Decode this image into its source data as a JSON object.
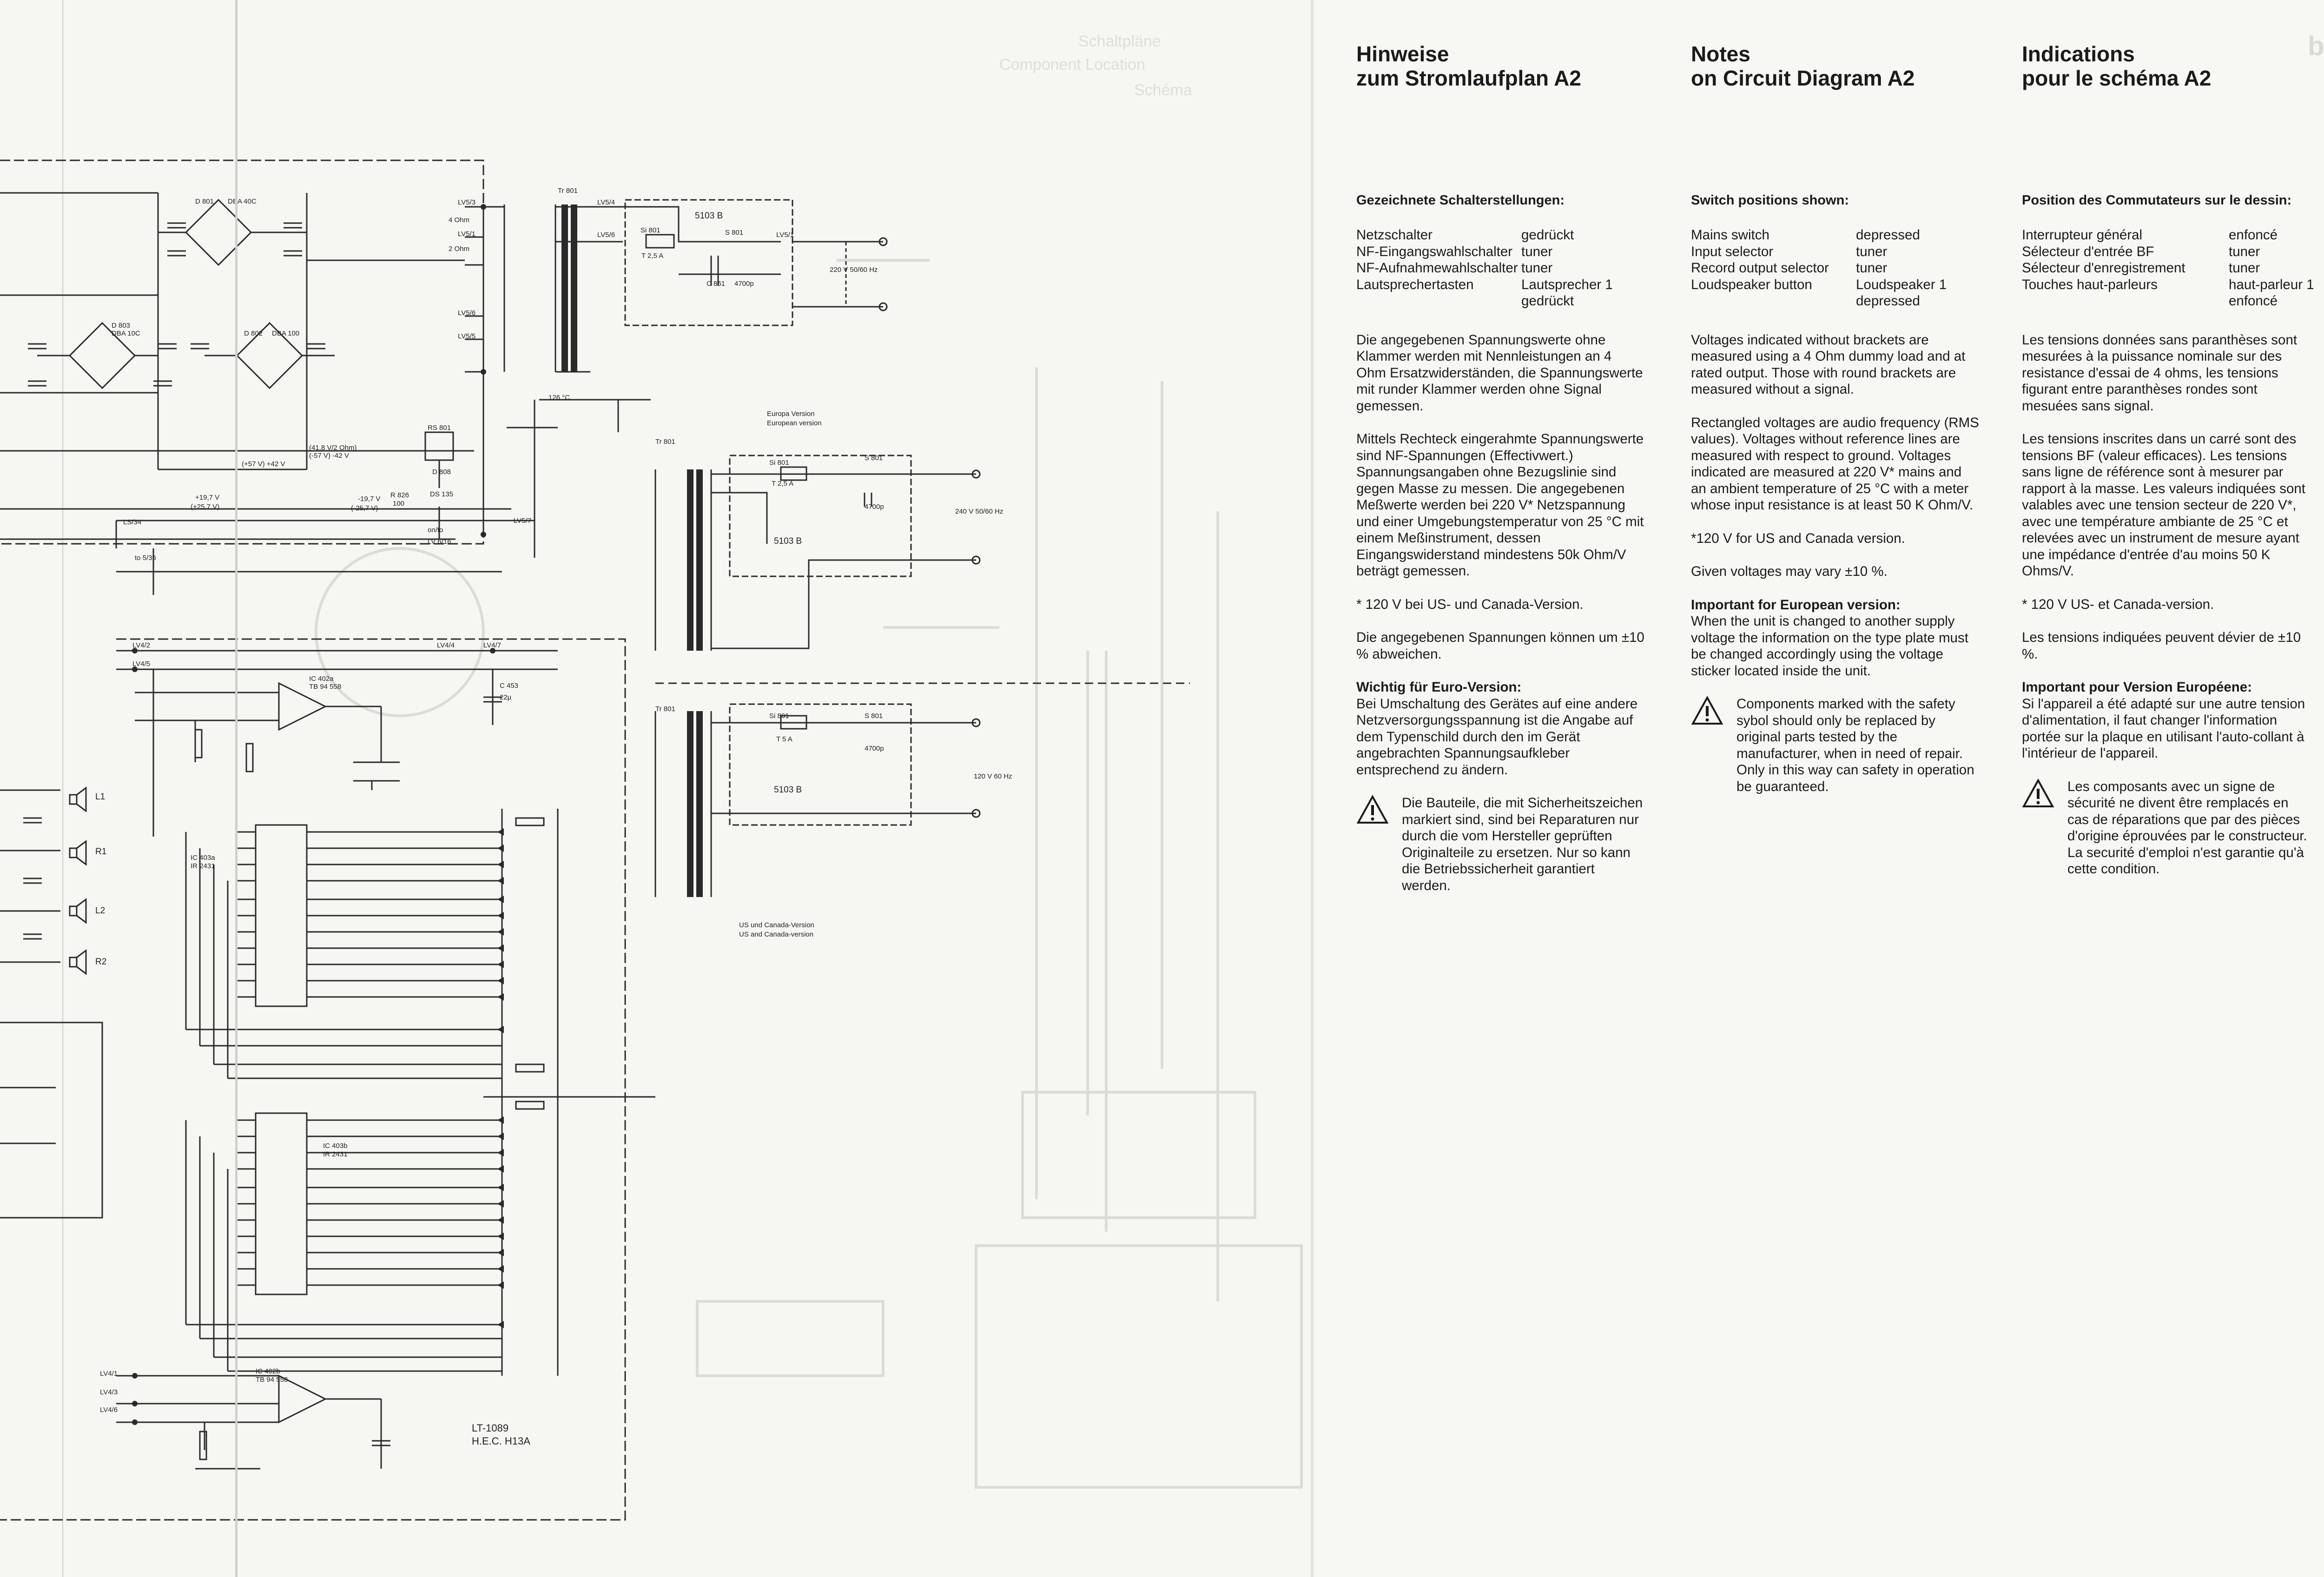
{
  "left_page": {
    "ghost_text": [
      "Schaltpläne",
      "Component Location",
      "Schéma"
    ],
    "schematic_labels": {
      "transformer": "Tr 801",
      "fuse_box": "5103 B",
      "rectifier_1": "D 801",
      "rectifier_1_type": "DBA 40C",
      "rectifier_2": "D 803",
      "rectifier_2_type": "DBA 10C",
      "rectifier_3": "D 802",
      "rectifier_3_type": "DBA 100",
      "fuse": "Si 801",
      "fuse_rating": "T 2,5 A",
      "fuse_rating_2": "T 5 A",
      "switch": "S 801",
      "cap_main": "C 861",
      "cap_main_value": "4700p",
      "mains_eu": "220 V 50/60 Hz",
      "mains_eu2": "240 V 50/60 Hz",
      "mains_us": "120 V 60 Hz",
      "thermal": "126 °C",
      "europa_version": "Europa Version",
      "european_version": "European version",
      "us_version_de": "US und Canada-Version",
      "us_version_en": "US and Canada-version",
      "relay": "RS 801",
      "diode": "D 808",
      "diode_type": "DS 135",
      "res": "R 826",
      "res_value": "100",
      "voltage_a": "+19,7 V",
      "voltage_b": "(+25,7 V)",
      "voltage_c": "-19,7 V",
      "voltage_d": "(-25,7 V)",
      "voltage_e": "(+57 V) +42 V",
      "voltage_f": "(41,8 V/2 Ohm)",
      "voltage_g": "(-57 V) -42 V",
      "ic_a": "IC 402a",
      "ic_a_type": "TB 94 558",
      "ic_b": "IC 403a",
      "ic_b_type": "IR 2431",
      "ic_c": "IC 403b",
      "ic_c_type": "IR 2431",
      "ic_d": "IC 402b",
      "ic_d_type": "TB 94 558",
      "c453": "C 453",
      "c453_value": "22µ",
      "board": "LT-1089",
      "board2": "H.E.C. H13A",
      "conn_lv5_1": "LV5/1",
      "conn_lv5_3": "LV5/3",
      "conn_lv5_4": "LV5/4",
      "conn_lv5_5": "LV5/5",
      "conn_lv5_6": "LV5/6",
      "conn_lv5_7": "LV5/7",
      "conn_lv4_1": "LV4/1",
      "conn_lv4_2": "LV4/2",
      "conn_lv4_3": "LV4/3",
      "conn_lv4_4": "LV4/4",
      "conn_lv4_5": "LV4/5",
      "conn_lv4_6": "LV4/6",
      "conn_lv4_7": "LV4/7",
      "l1": "L1",
      "r1": "R1",
      "l2": "L2",
      "r2": "R2",
      "ohm4": "4 Ohm",
      "ohm2": "2 Ohm",
      "on_off": "on/to",
      "lv6": "LV 6/16",
      "ls": "LS/34",
      "lv536": "to 5/36"
    }
  },
  "columns": {
    "de": {
      "title_1": "Hinweise",
      "title_2": "zum Stromlaufplan A2",
      "switch_heading": "Gezeichnete Schalterstellungen:",
      "switches": [
        [
          "Netzschalter",
          "gedrückt"
        ],
        [
          "NF-Eingangswahlschalter",
          "tuner"
        ],
        [
          "NF-Aufnahmewahlschalter",
          "tuner"
        ],
        [
          "Lautsprechertasten",
          "Lautsprecher 1"
        ],
        [
          "",
          "gedrückt"
        ]
      ],
      "p1": "Die angegebenen Spannungswerte ohne Klammer werden mit Nennleistungen an 4 Ohm Ersatzwiderständen, die Spannungswerte mit runder Klammer werden ohne Signal gemessen.",
      "p2": "Mittels Rechteck eingerahmte Spannungswerte sind NF-Spannungen (Effectivwert.) Spannungsangaben ohne Bezugslinie sind gegen Masse zu messen. Die angegebenen Meßwerte werden bei 220 V* Netzspannung und einer Umgebungstemperatur von 25 °C mit einem Meßinstrument, dessen Eingangswiderstand mindestens 50k Ohm/V beträgt gemessen.",
      "p3": "* 120 V bei US- und Canada-Version.",
      "p4": "Die angegebenen Spannungen können um ±10 % abweichen.",
      "h5": "Wichtig für Euro-Version:",
      "p5": "Bei Umschaltung des Gerätes auf eine andere Netzversorgungsspannung ist die Angabe auf dem Typenschild durch den im Gerät angebrachten Spannungsaufkleber entsprechend zu ändern.",
      "warning": "Die Bauteile, die mit Sicherheitszeichen markiert sind, sind bei Reparaturen nur durch die vom Hersteller geprüften Originalteile zu ersetzen. Nur so kann die Betriebssicherheit garantiert werden."
    },
    "en": {
      "title_1": "Notes",
      "title_2": "on Circuit Diagram A2",
      "switch_heading": "Switch positions shown:",
      "switches": [
        [
          "Mains switch",
          "depressed"
        ],
        [
          "Input selector",
          "tuner"
        ],
        [
          "Record output selector",
          "tuner"
        ],
        [
          "Loudspeaker button",
          "Loudspeaker 1"
        ],
        [
          "",
          "depressed"
        ]
      ],
      "p1": "Voltages indicated without brackets are measured using a 4 Ohm dummy load and at rated output. Those with round brackets are measured without a signal.",
      "p2": "Rectangled voltages are audio frequency (RMS values). Voltages without reference lines are measured with respect to ground. Voltages indicated are measured at 220 V* mains and an ambient temperature of 25 °C with a meter whose input resistance is at least 50 K Ohm/V.",
      "p3": "*120 V for US and Canada version.",
      "p4": "Given voltages may vary ±10 %.",
      "h5": "Important for European version:",
      "p5": "When the unit is changed to another supply voltage the information on the type plate must be changed accordingly using the voltage sticker located inside the unit.",
      "warning": "Components marked with the safety sybol should only be replaced by original parts tested by the manufacturer, when in need of repair. Only in this way can safety in operation be guaranteed."
    },
    "fr": {
      "title_1": "Indications",
      "title_2": "pour le schéma A2",
      "switch_heading": "Position des Commutateurs sur le dessin:",
      "switches": [
        [
          "Interrupteur général",
          "enfoncé"
        ],
        [
          "Sélecteur d'entrée BF",
          "tuner"
        ],
        [
          "Sélecteur d'enregistrement",
          "tuner"
        ],
        [
          "Touches haut-parleurs",
          "haut-parleur 1"
        ],
        [
          "",
          "enfoncé"
        ]
      ],
      "p1": "Les tensions données sans paranthèses sont mesurées à la puissance nominale sur des resistance d'essai de 4 ohms, les tensions figurant entre paranthèses rondes sont mesuées sans signal.",
      "p2": "Les tensions inscrites dans un carré sont des tensions BF (valeur efficaces). Les tensions sans ligne de référence sont à mesurer par rapport à la masse. Les valeurs indiquées sont valables avec une tension secteur de 220 V*, avec une température ambiante de 25 °C et relevées avec un instrument de mesure ayant une impédance d'entrée d'au moins 50 K Ohms/V.",
      "p3": "* 120 V US- et Canada-version.",
      "p4": "Les tensions indiquées peuvent dévier de ±10 %.",
      "h5": "Important pour Version Européene:",
      "p5": "Si l'appareil a été adapté sur une autre tension d'alimentation, il faut changer l'information portée sur la plaque en utilisant l'auto-collant à l'intérieur de l'appareil.",
      "warning": "Les composants avec un signe de sécurité ne divent être remplacés en cas de réparations que par des pièces d'origine éprouvées par le constructeur. La securité d'emploi n'est garantie qu'à cette condition."
    }
  },
  "logo_ghost": "braun",
  "colors": {
    "ink": "#1b1b1b",
    "paper": "#f6f6f3",
    "ghost": "#dcdcd7"
  },
  "icons": [
    "warning-triangle-icon"
  ]
}
